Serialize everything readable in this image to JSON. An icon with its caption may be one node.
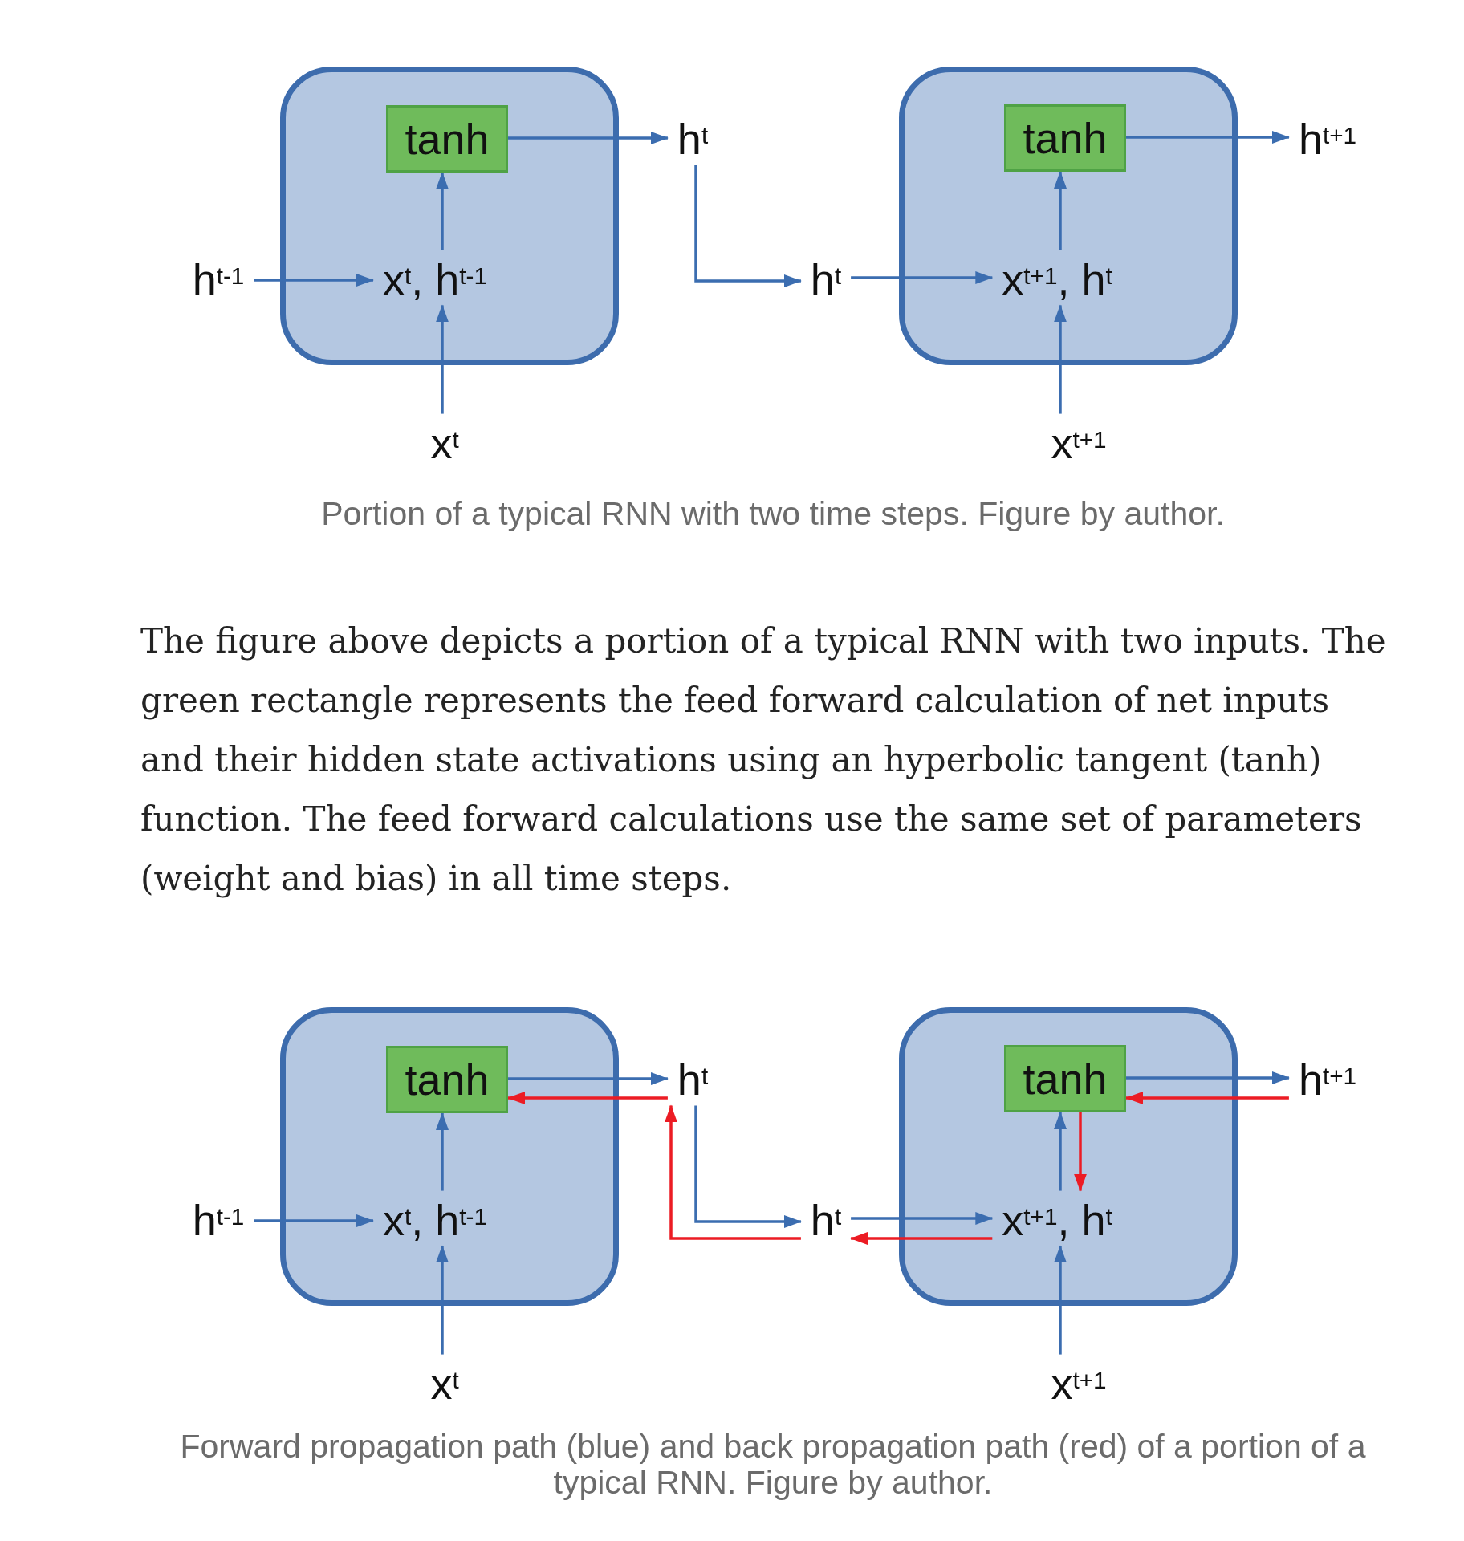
{
  "diagram": {
    "nodes": [
      {
        "text": [],
        "shape": "box"
      },
      {
        "text": [
          "tanh"
        ],
        "in": 0
      },
      {
        "text": [
          "x$^{t}$, h$^{t-1}$"
        ],
        "in": 0
      },
      {
        "text": [
          "h$^{t-1}$"
        ]
      },
      {
        "text": [
          "x$^{t}$"
        ]
      },
      {
        "text": [
          "h$^{t}$"
        ]
      },
      {
        "text": [
          "h$^{t}$"
        ]
      },
      {
        "text": [],
        "shape": "box"
      },
      {
        "text": [
          "tanh"
        ],
        "in": 7
      },
      {
        "text": [
          "x$^{t+1}$, h$^{t}$"
        ],
        "in": 7
      },
      {
        "text": [
          "h$^{t+1}$"
        ]
      },
      {
        "text": [
          "x$^{t+1}$"
        ]
      },
      {
        "text": [],
        "shape": "box"
      },
      {
        "text": [
          "tanh"
        ],
        "in": 12
      },
      {
        "text": [
          "x$^{t}$, h$^{t-1}$"
        ],
        "in": 12
      },
      {
        "text": [
          "h$^{t-1}$"
        ]
      },
      {
        "text": [
          "x$^{t}$"
        ]
      },
      {
        "text": [
          "h$^{t}$"
        ]
      },
      {
        "text": [
          "h$^{t}$"
        ]
      },
      {
        "text": [],
        "shape": "box"
      },
      {
        "text": [
          "tanh"
        ],
        "in": 19
      },
      {
        "text": [
          "x$^{t+1}$, h$^{t}$"
        ],
        "in": 19
      },
      {
        "text": [
          "h$^{t+1}$"
        ]
      },
      {
        "text": [
          "x$^{t+1}$"
        ]
      }
    ],
    "edges": [
      {
        "from": 3,
        "to": 2,
        "arrow": "to"
      },
      {
        "from": 4,
        "to": 2,
        "arrow": "to"
      },
      {
        "from": 2,
        "to": 1,
        "arrow": "to"
      },
      {
        "from": 1,
        "to": 5,
        "arrow": "to"
      },
      {
        "from": 5,
        "to": 6,
        "arrow": "to"
      },
      {
        "from": 6,
        "to": 9,
        "arrow": "to"
      },
      {
        "from": 11,
        "to": 9,
        "arrow": "to"
      },
      {
        "from": 9,
        "to": 8,
        "arrow": "to"
      },
      {
        "from": 8,
        "to": 10,
        "arrow": "to"
      },
      {
        "from": 15,
        "to": 14,
        "arrow": "to"
      },
      {
        "from": 16,
        "to": 14,
        "arrow": "to"
      },
      {
        "from": 14,
        "to": 13,
        "arrow": "to"
      },
      {
        "from": 13,
        "to": 17,
        "arrow": "to"
      },
      {
        "from": 17,
        "to": 18,
        "arrow": "to"
      },
      {
        "from": 18,
        "to": 21,
        "arrow": "to"
      },
      {
        "from": 23,
        "to": 21,
        "arrow": "to"
      },
      {
        "from": 21,
        "to": 20,
        "arrow": "to"
      },
      {
        "from": 20,
        "to": 22,
        "arrow": "to"
      },
      {
        "from": 17,
        "to": 13,
        "arrow": "to",
        "color": "#ec1c24"
      },
      {
        "from": 18,
        "to": 17,
        "arrow": "to",
        "color": "#ec1c24"
      },
      {
        "from": 21,
        "to": 18,
        "arrow": "to",
        "color": "#ec1c24"
      },
      {
        "from": 20,
        "to": 21,
        "arrow": "to",
        "color": "#ec1c24"
      },
      {
        "from": 22,
        "to": 20,
        "arrow": "to",
        "color": "#ec1c24"
      }
    ],
    "labels": [
      "Portion of a typical RNN with two time steps. Figure by author.",
      "The figure above depicts a portion of a typical RNN with two inputs. The green rectangle represents the feed forward calculation of net inputs and their hidden state activations using an hyperbolic tangent (tanh) function. The feed forward calculations use the same set of parameters (weight and bias) in all time steps.",
      "Forward propagation path (blue) and back propagation path (red) of a portion of a typical RNN. Figure by author."
    ]
  }
}
